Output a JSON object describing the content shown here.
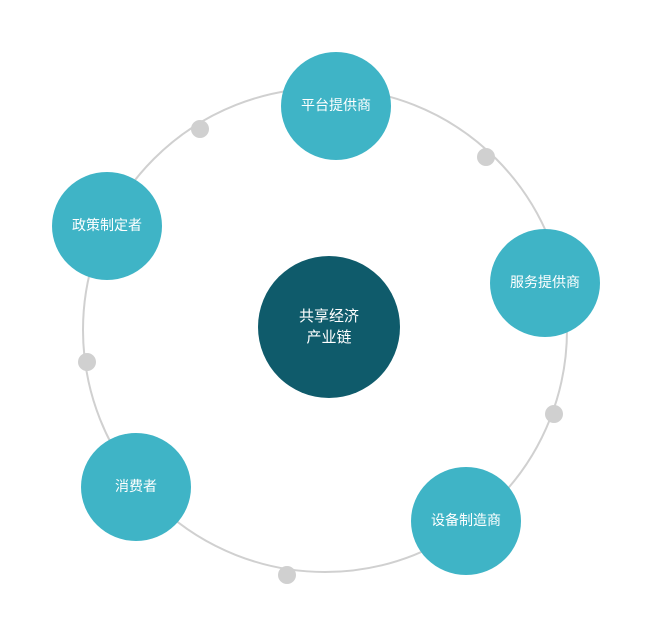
{
  "center": {
    "line1": "共享经济",
    "line2": "产业链"
  },
  "nodes": [
    {
      "label": "平台提供商"
    },
    {
      "label": "服务提供商"
    },
    {
      "label": "设备制造商"
    },
    {
      "label": "消费者"
    },
    {
      "label": "政策制定者"
    }
  ],
  "colors": {
    "node": "#3fb4c6",
    "center": "#0f5b6b",
    "ring": "#d0d0d0",
    "connector_dot": "#d0d0d0",
    "text": "#ffffff"
  }
}
